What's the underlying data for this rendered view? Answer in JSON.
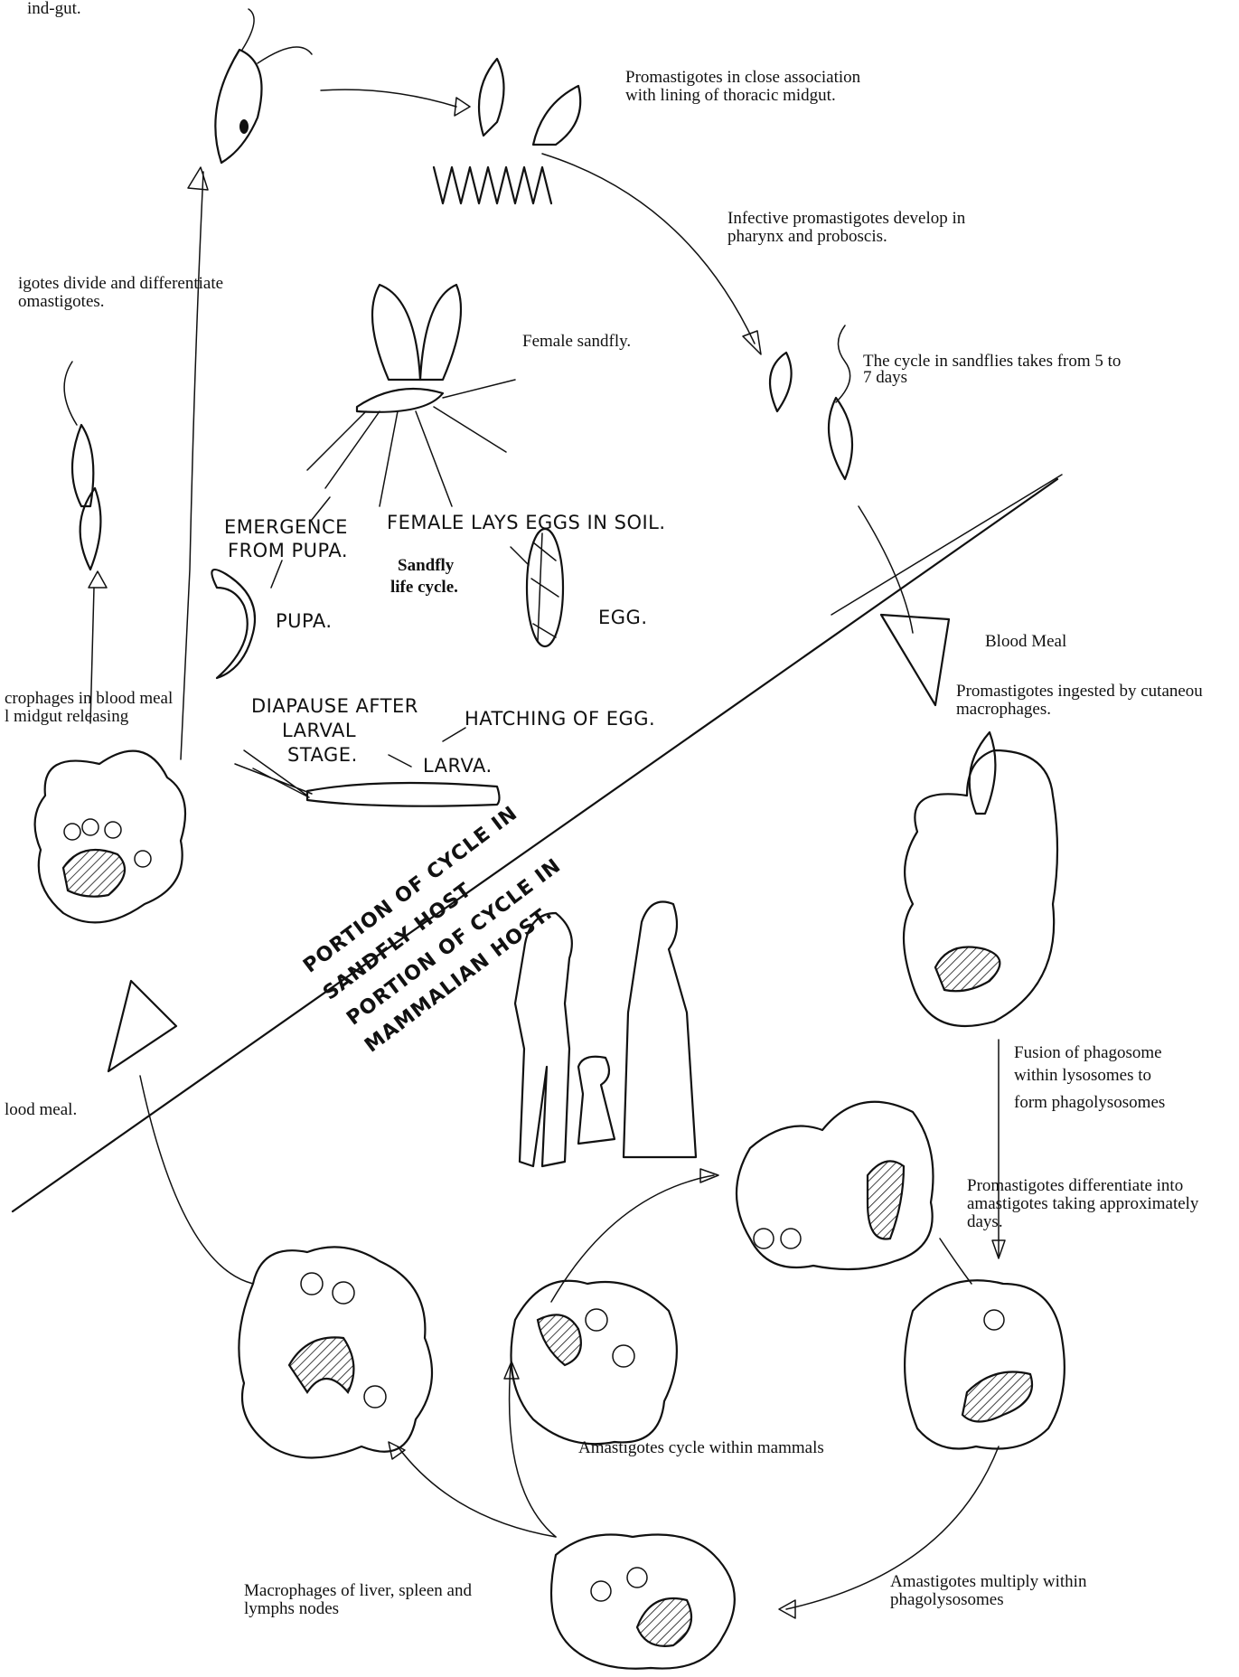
{
  "labels": {
    "hind_gut": "ind-gut.",
    "promastigotes_close": "Promastigotes in close association",
    "promastigotes_close_2": "with lining of thoracic midgut.",
    "infective": "Infective promastigotes develop in",
    "infective_2": "pharynx and proboscis.",
    "divide": "igotes divide and differentiate",
    "divide_2": "omastigotes.",
    "female_sandfly": "Female sandfly.",
    "cycle_days": "The cycle in sandflies takes from 5 to",
    "cycle_days_2": "7 days",
    "emergence": "EMERGENCE",
    "emergence_2": "FROM PUPA.",
    "female_lays": "FEMALE LAYS EGGS IN SOIL.",
    "sandfly_life": "Sandfly",
    "sandfly_life_2": "life cycle.",
    "pupa": "PUPA.",
    "egg": "EGG.",
    "blood_meal_right": "Blood Meal",
    "macrophages_left": "crophages in blood meal",
    "macrophages_left_2": "l midgut releasing",
    "diapause": "DIAPAUSE AFTER",
    "larval": "LARVAL",
    "stage": "STAGE.",
    "hatching": "HATCHING OF EGG.",
    "larva": "LARVA.",
    "ingested": "Promastigotes ingested by cutaneou",
    "ingested_2": "macrophages.",
    "sandfly_host": "PORTION OF CYCLE IN",
    "sandfly_host_2": "SANDFLY HOST",
    "mammal_host": "PORTION OF CYCLE IN",
    "mammal_host_2": "MAMMALIAN HOST.",
    "fusion": "Fusion of phagosome",
    "fusion_2": "within  lysosomes to",
    "fusion_3": "form phagolysosomes",
    "blood_meal_left": "lood meal.",
    "differentiate": "Promastigotes differentiate into",
    "differentiate_2": "amastigotes taking approximately",
    "differentiate_3": "days.",
    "amastigotes_cycle": "Amastigotes cycle within mammals",
    "macrophages_liver": "Macrophages of liver, spleen and",
    "macrophages_liver_2": "lymphs nodes",
    "multiply": "Amastigotes multiply within",
    "multiply_2": "phagolysosomes"
  }
}
